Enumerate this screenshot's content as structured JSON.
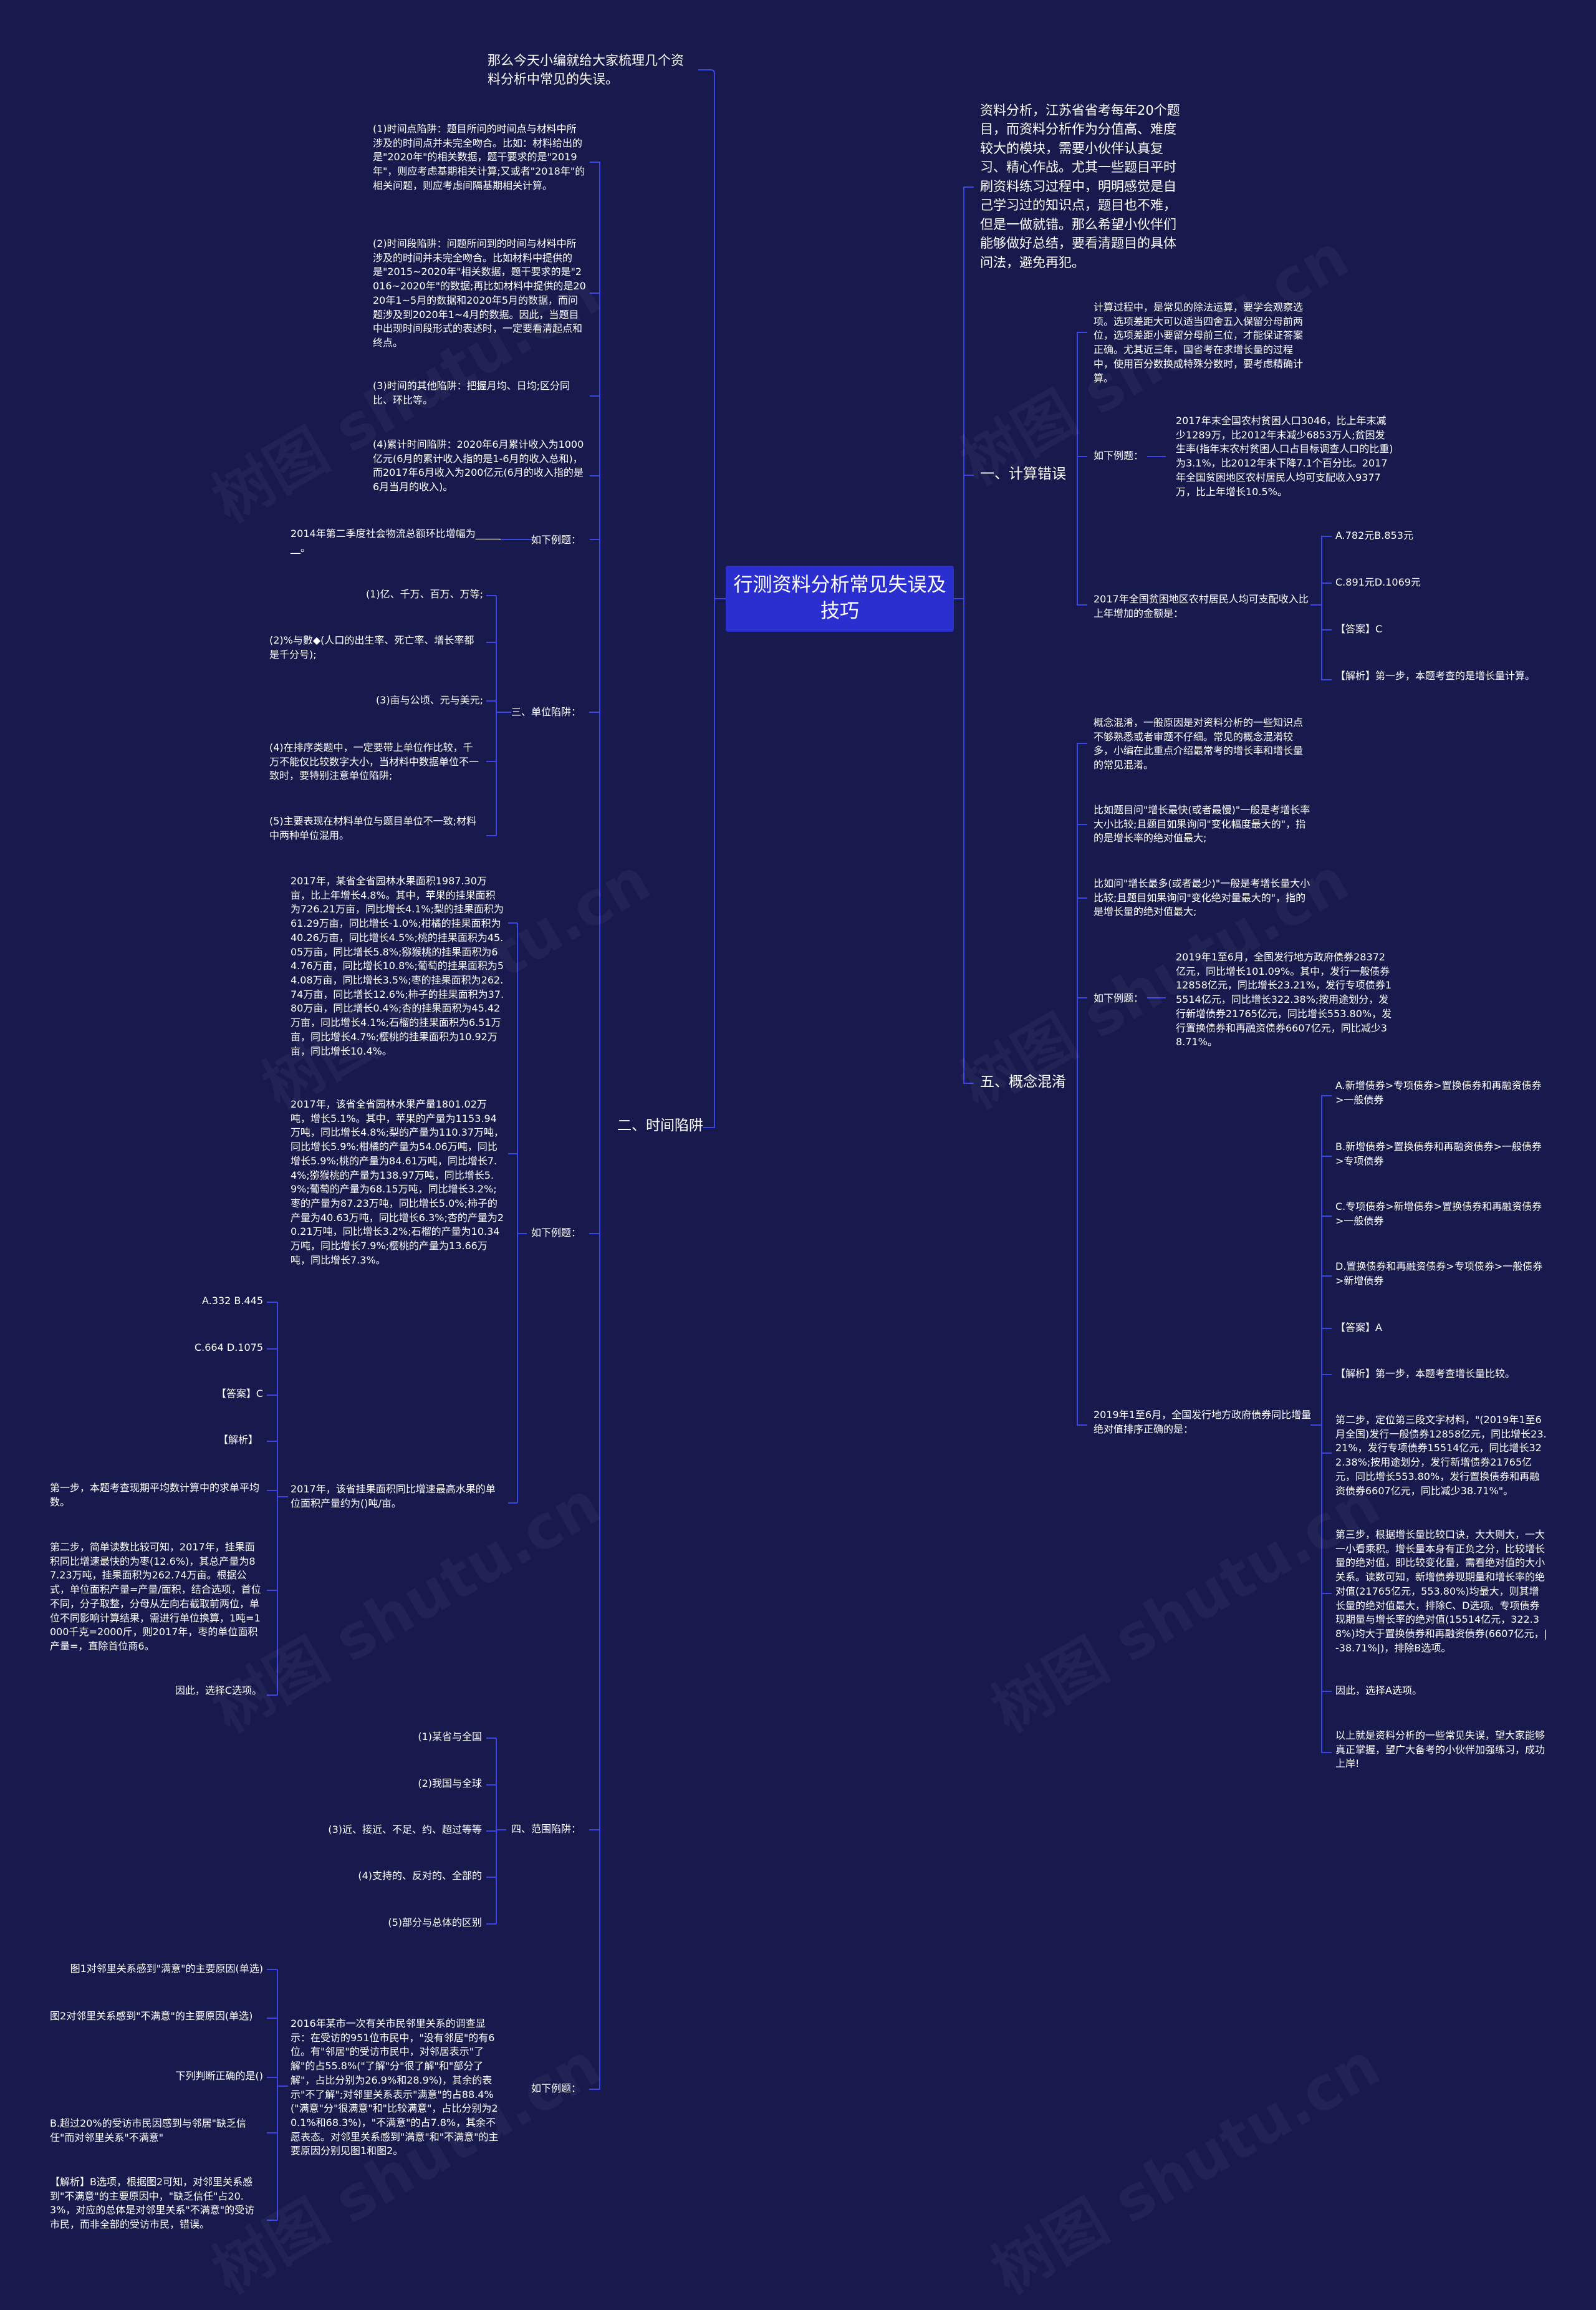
{
  "root": "行测资料分析常见失误及技巧",
  "intro": "那么今天小编就给大家梳理几个资料分析中常见的失误。",
  "intro_right": "资料分析，江苏省省考每年20个题目，而资料分析作为分值高、难度较大的模块，需要小伙伴认真复习、精心作战。尤其一些题目平时刷资料练习过程中，明明感觉是自己学习过的知识点，题目也不难，但是一做就错。那么希望小伙伴们能够做好总结，要看清题目的具体问法，避免再犯。",
  "branches": {
    "calc": "一、计算错误",
    "time": "二、时间陷阱",
    "unit": "三、单位陷阱：",
    "range": "四、范围陷阱：",
    "concept": "五、概念混淆"
  },
  "example_label": "如下例题：",
  "calc": {
    "desc": "计算过程中，是常见的除法运算，要学会观察选项。选项差距大可以适当四舍五入保留分母前两位，选项差距小要留分母前三位，才能保证答案正确。尤其近三年，国省考在求增长量的过程中，使用百分数换成特殊分数时，要考虑精确计算。",
    "example": "2017年末全国农村贫困人口3046，比上年末减少1289万，比2012年末减少6853万人;贫困发生率(指年末农村贫困人口占目标调查人口的比重)为3.1%，比2012年末下降7.1个百分比。2017年全国贫困地区农村居民人均可支配收入9377万，比上年增长10.5%。",
    "question": "2017年全国贫困地区农村居民人均可支配收入比上年增加的金额是：",
    "opt_ab": "A.782元B.853元",
    "opt_cd": "C.891元D.1069元",
    "answer": "【答案】C",
    "analysis": "【解析】第一步，本题考查的是增长量计算。"
  },
  "time": {
    "t1": "(1)时间点陷阱：题目所问的时间点与材料中所涉及的时间点并未完全吻合。比如：材料给出的是\"2020年\"的相关数据，题干要求的是\"2019年\"，则应考虑基期相关计算;又或者\"2018年\"的相关问题，则应考虑间隔基期相关计算。",
    "t2": "(2)时间段陷阱：问题所问到的时间与材料中所涉及的时间并未完全吻合。比如材料中提供的是\"2015~2020年\"相关数据，题干要求的是\"2016~2020年\"的数据;再比如材料中提供的是2020年1~5月的数据和2020年5月的数据，而问题涉及到2020年1~4月的数据。因此，当题目中出现时间段形式的表述时，一定要看清起点和终点。",
    "t3": "(3)时间的其他陷阱：把握月均、日均;区分同比、环比等。",
    "t4": "(4)累计时间陷阱：2020年6月累计收入为1000亿元(6月的累计收入指的是1-6月的收入总和)，而2017年6月收入为200亿元(6月的收入指的是6月当月的收入)。",
    "q0": "2014年第二季度社会物流总额环比增幅为_______。",
    "material1": "2017年，某省全省园林水果面积1987.30万亩，比上年增长4.8%。其中，苹果的挂果面积为726.21万亩，同比增长4.1%;梨的挂果面积为61.29万亩，同比增长-1.0%;柑橘的挂果面积为40.26万亩，同比增长4.5%;桃的挂果面积为45.05万亩，同比增长5.8%;猕猴桃的挂果面积为64.76万亩，同比增长10.8%;葡萄的挂果面积为54.08万亩，同比增长3.5%;枣的挂果面积为262.74万亩，同比增长12.6%;柿子的挂果面积为37.80万亩，同比增长0.4%;杏的挂果面积为45.42万亩，同比增长4.1%;石榴的挂果面积为6.51万亩，同比增长4.7%;樱桃的挂果面积为10.92万亩，同比增长10.4%。",
    "material2": "2017年，该省全省园林水果产量1801.02万吨，增长5.1%。其中，苹果的产量为1153.94万吨，同比增长4.8%;梨的产量为110.37万吨，同比增长5.9%;柑橘的产量为54.06万吨，同比增长5.9%;桃的产量为84.61万吨，同比增长7.4%;猕猴桃的产量为138.97万吨，同比增长5.9%;葡萄的产量为68.15万吨，同比增长3.2%;枣的产量为87.23万吨，同比增长5.0%;柿子的产量为40.63万吨，同比增长6.3%;杏的产量为20.21万吨，同比增长3.2%;石榴的产量为10.34万吨，同比增长7.9%;樱桃的产量为13.66万吨，同比增长7.3%。",
    "question": "2017年，该省挂果面积同比增速最高水果的单位面积产量约为()吨/亩。",
    "opt_ab": "A.332 B.445",
    "opt_cd": "C.664 D.1075",
    "answer": "【答案】C",
    "analysis": "【解析】",
    "step1": "第一步，本题考查现期平均数计算中的求单平均数。",
    "step2": "第二步，简单读数比较可知，2017年，挂果面积同比增速最快的为枣(12.6%)，其总产量为87.23万吨，挂果面积为262.74万亩。根据公式，单位面积产量=产量/面积，结合选项，首位不同，分子取整，分母从左向右截取前两位，单位不同影响计算结果，需进行单位换算，1吨=1000千克=2000斤，则2017年，枣的单位面积产量=，直除首位商6。",
    "conclusion": "因此，选择C选项。"
  },
  "unit": {
    "u1": "(1)亿、千万、百万、万等;",
    "u2": "(2)%与數◆(人口的出生率、死亡率、增长率都是千分号);",
    "u3": "(3)亩与公顷、元与美元;",
    "u4": "(4)在排序类题中，一定要带上单位作比较，千万不能仅比较数字大小，当材料中数据单位不一致时，要特别注意单位陷阱;",
    "u5": "(5)主要表现在材料单位与题目单位不一致;材料中两种单位混用。"
  },
  "range": {
    "r1": "(1)某省与全国",
    "r2": "(2)我国与全球",
    "r3": "(3)近、接近、不足、约、超过等等",
    "r4": "(4)支持的、反对的、全部的",
    "r5": "(5)部分与总体的区别",
    "material": "2016年某市一次有关市民邻里关系的调查显示：在受访的951位市民中，\"没有邻居\"的有6位。有\"邻居\"的受访市民中，对邻居表示\"了解\"的占55.8%(\"了解\"分\"很了解\"和\"部分了解\"，占比分别为26.9%和28.9%)，其余的表示\"不了解\";对邻里关系表示\"满意\"的占88.4%(\"满意\"分\"很满意\"和\"比较满意\"，占比分别为20.1%和68.3%)，\"不满意\"的占7.8%，其余不愿表态。对邻里关系感到\"满意\"和\"不满意\"的主要原因分别见图1和图2。",
    "fig1": "图1对邻里关系感到\"满意\"的主要原因(单选)",
    "fig2": "图2对邻里关系感到\"不满意\"的主要原因(单选)",
    "judge": "下列判断正确的是()",
    "optb": "B.超过20%的受访市民因感到与邻居\"缺乏信任\"而对邻里关系\"不满意\"",
    "analysis": "【解析】B选项，根据图2可知，对邻里关系感到\"不满意\"的主要原因中，\"缺乏信任\"占20.3%，对应的总体是对邻里关系\"不满意\"的受访市民，而非全部的受访市民，错误。"
  },
  "concept": {
    "c1": "概念混淆，一般原因是对资料分析的一些知识点不够熟悉或者审题不仔细。常见的概念混淆较多，小编在此重点介绍最常考的增长率和增长量的常见混淆。",
    "c2": "比如题目问\"增长最快(或者最慢)\"一般是考增长率大小比较;且题目如果询问\"变化幅度最大的\"，指的是增长率的绝对值最大;",
    "c3": "比如问\"增长最多(或者最少)\"一般是考增长量大小比较;且题目如果询问\"变化绝对量最大的\"，指的是增长量的绝对值最大;",
    "example": "2019年1至6月，全国发行地方政府债券28372亿元，同比增长101.09%。其中，发行一般债券12858亿元，同比增长23.21%，发行专项债券15514亿元，同比增长322.38%;按用途划分，发行新增债券21765亿元，同比增长553.80%，发行置换债券和再融资债券6607亿元，同比减少38.71%。",
    "question": "2019年1至6月，全国发行地方政府债券同比增量绝对值排序正确的是：",
    "opt_a": "A.新增债券>专项债券>置换债券和再融资债券>一般债券",
    "opt_b": "B.新增债券>置换债券和再融资债券>一般债券>专项债券",
    "opt_c": "C.专项债券>新增债券>置换债券和再融资债券>一般债券",
    "opt_d": "D.置换债券和再融资债券>专项债券>一般债券>新增债券",
    "answer": "【答案】A",
    "analysis": "【解析】第一步，本题考查增长量比较。",
    "step2": "第二步，定位第三段文字材料，\"(2019年1至6月全国)发行一般债券12858亿元，同比增长23.21%，发行专项债券15514亿元，同比增长322.38%;按用途划分，发行新增债券21765亿元，同比增长553.80%，发行置换债券和再融资债券6607亿元，同比减少38.71%\"。",
    "step3": "第三步，根据增长量比较口诀，大大则大，一大一小看乘积。增长量本身有正负之分，比较增长量的绝对值，即比较变化量，需看绝对值的大小关系。读数可知，新增债券现期量和增长率的绝对值(21765亿元，553.80%)均最大，则其增长量的绝对值最大，排除C、D选项。专项债券现期量与增长率的绝对值(15514亿元，322.38%)均大于置换债券和再融资债券(6607亿元，|-38.71%|)，排除B选项。",
    "conclusion": "因此，选择A选项。",
    "closing": "以上就是资料分析的一些常见失误，望大家能够真正掌握，望广大备考的小伙伴加强练习，成功上岸!"
  },
  "watermark": "树图 shutu.cn"
}
